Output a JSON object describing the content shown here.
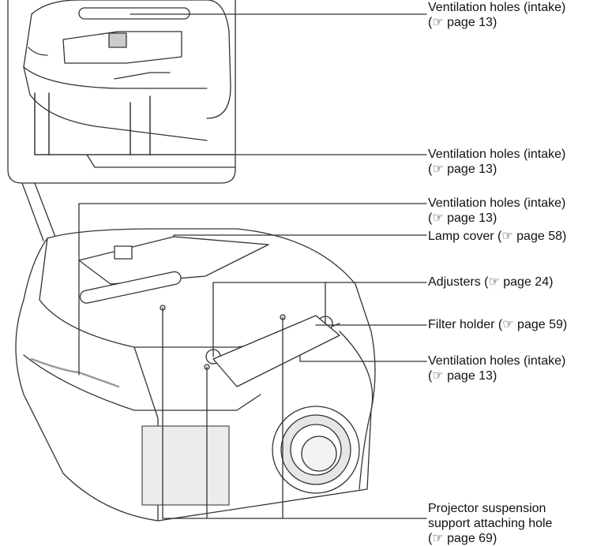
{
  "callouts": [
    {
      "lines": [
        "Ventilation holes (intake)",
        "(☞ page 13)"
      ]
    },
    {
      "lines": [
        "Ventilation holes (intake)",
        "(☞ page 13)"
      ]
    },
    {
      "lines": [
        "Ventilation holes (intake)",
        "(☞ page 13)"
      ]
    },
    {
      "lines": [
        "Lamp cover (☞ page 58)"
      ]
    },
    {
      "lines": [
        "Adjusters (☞ page 24)"
      ]
    },
    {
      "lines": [
        "Filter holder (☞ page 59)"
      ]
    },
    {
      "lines": [
        "Ventilation holes (intake)",
        "(☞ page 13)"
      ]
    },
    {
      "lines": [
        "Projector suspension",
        "support attaching hole",
        "(☞ page 69)"
      ]
    }
  ],
  "colors": {
    "line": "#333333",
    "body": "#ffffff",
    "shade": "#e6e6e6"
  }
}
